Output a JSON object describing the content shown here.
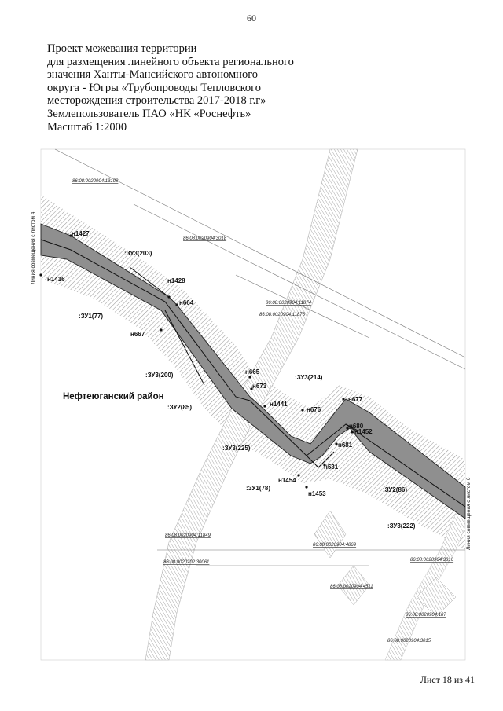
{
  "page_number": "60",
  "title_lines": [
    "Проект межевания территории",
    "для размещения линейного объекта регионального",
    "значения Ханты-Мансийского автономного",
    "округа - Югры «Трубопроводы Тепловского",
    "месторождения строительства 2017-2018 г.г»",
    "Землепользователь ПАО «НК «Роснефть»",
    "Масштаб 1:2000"
  ],
  "map": {
    "district_label": "Нефтеюганский район",
    "side_labels": {
      "left": "Линия совмещения с листом 4",
      "right": "Линия совмещения с листом 6"
    },
    "cadastral_labels": [
      "86:08:0020904:13108",
      "86:08:0020904:3018",
      "86:08:0020904:11874",
      "86:08:0020904:11876",
      "86:08:0020904:11849",
      "86:08:0020904:4869",
      "86:08:0020904:3016",
      "86:08:0020904:4511",
      "86:08:0020904:187",
      "86:08:0020904:3015",
      "86:08:0020202:30061"
    ],
    "plot_labels": [
      ":ЗУ3(203)",
      ":ЗУ1(77)",
      ":ЗУ3(200)",
      ":ЗУ2(85)",
      ":ЗУ3(225)",
      ":ЗУ3(214)",
      ":ЗУ1(78)",
      ":ЗУ2(86)",
      ":ЗУ3(222)"
    ],
    "point_labels": [
      "н1427",
      "н1416",
      "н1428",
      "н664",
      "н667",
      "н665",
      "н673",
      "н1441",
      "н676",
      "н677",
      "н680",
      "н1452",
      "н681",
      "н531",
      "н1454",
      "н1453"
    ]
  },
  "footer": "Лист 18 из 41"
}
